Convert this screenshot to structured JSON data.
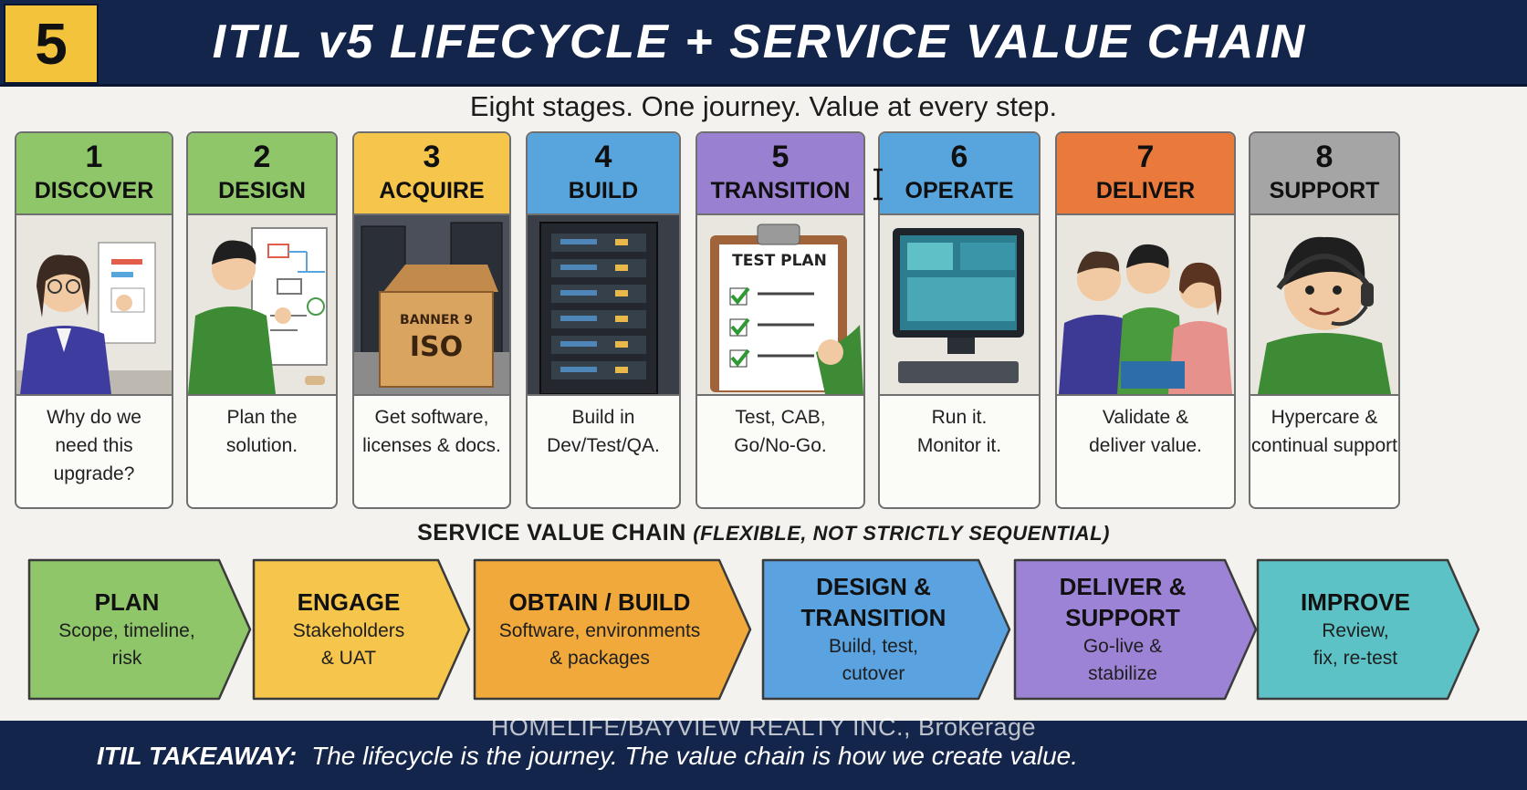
{
  "header": {
    "badge": "5",
    "title": "ITIL v5 LIFECYCLE + SERVICE VALUE CHAIN"
  },
  "subtitle": "Eight stages. One journey. Value at every step.",
  "stages": [
    {
      "num": "1",
      "name": "DISCOVER",
      "desc": [
        "Why do we",
        "need this",
        "upgrade?"
      ],
      "color": "#8fc66a",
      "art": "person-with-charts"
    },
    {
      "num": "2",
      "name": "DESIGN",
      "desc": [
        "Plan the",
        "solution."
      ],
      "color": "#8fc66a",
      "art": "person-at-whiteboard"
    },
    {
      "num": "3",
      "name": "ACQUIRE",
      "desc": [
        "Get software,",
        "licenses & docs."
      ],
      "color": "#f5c64b",
      "art": "box-and-servers",
      "box_label": [
        "BANNER 9",
        "ISO"
      ]
    },
    {
      "num": "4",
      "name": "BUILD",
      "desc": [
        "Build in",
        "Dev/Test/QA."
      ],
      "color": "#58a5de",
      "art": "server-rack"
    },
    {
      "num": "5",
      "name": "TRANSITION",
      "desc": [
        "Test, CAB,",
        "Go/No-Go."
      ],
      "color": "#9a80d0",
      "art": "test-plan-clipboard",
      "clipboard_label": "TEST PLAN"
    },
    {
      "num": "6",
      "name": "OPERATE",
      "desc": [
        "Run it.",
        "Monitor it."
      ],
      "color": "#58a5de",
      "art": "monitor-dashboard"
    },
    {
      "num": "7",
      "name": "DELIVER",
      "desc": [
        "Validate &",
        "deliver value."
      ],
      "color": "#ea7a3b",
      "art": "three-people"
    },
    {
      "num": "8",
      "name": "SUPPORT",
      "desc": [
        "Hypercare &",
        "continual support"
      ],
      "color": "#a5a5a5",
      "art": "support-agent-headset"
    }
  ],
  "value_chain": {
    "label": "SERVICE VALUE CHAIN",
    "label_note": "(FLEXIBLE, NOT STRICTLY SEQUENTIAL)",
    "steps": [
      {
        "title": [
          "PLAN"
        ],
        "sub": [
          "Scope, timeline,",
          "risk"
        ],
        "color": "#8fc66a"
      },
      {
        "title": [
          "ENGAGE"
        ],
        "sub": [
          "Stakeholders",
          "& UAT"
        ],
        "color": "#f5c64b"
      },
      {
        "title": [
          "OBTAIN / BUILD"
        ],
        "sub": [
          "Software, environments",
          "& packages"
        ],
        "color": "#f2a93b"
      },
      {
        "title": [
          "DESIGN &",
          "TRANSITION"
        ],
        "sub": [
          "Build, test,",
          "cutover"
        ],
        "color": "#5aa2e0"
      },
      {
        "title": [
          "DELIVER &",
          "SUPPORT"
        ],
        "sub": [
          "Go-live &",
          "stabilize"
        ],
        "color": "#9d83d6"
      },
      {
        "title": [
          "IMPROVE"
        ],
        "sub": [
          "Review,",
          "fix, re-test"
        ],
        "color": "#5cc2c6"
      }
    ]
  },
  "footer": {
    "label": "ITIL TAKEAWAY:",
    "text": "The lifecycle is the journey. The value chain is how we create value."
  },
  "watermark": "HOMELIFE/BAYVIEW REALTY INC., Brokerage"
}
